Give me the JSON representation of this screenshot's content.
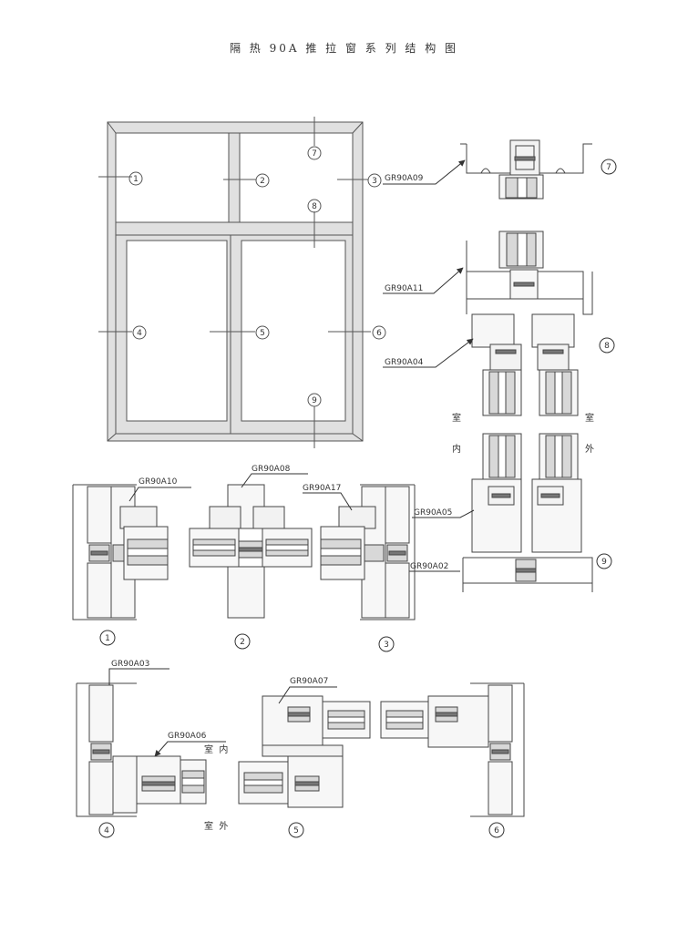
{
  "title": "隔 热 90A 推 拉 窗 系 列 结 构 图",
  "elevation_markers": [
    "1",
    "2",
    "3",
    "4",
    "5",
    "6",
    "7",
    "8",
    "9"
  ],
  "parts": {
    "gr90a09": "GR90A09",
    "gr90a11": "GR90A11",
    "gr90a04": "GR90A04",
    "gr90a05": "GR90A05",
    "gr90a02": "GR90A02",
    "gr90a10": "GR90A10",
    "gr90a08": "GR90A08",
    "gr90a17": "GR90A17",
    "gr90a03": "GR90A03",
    "gr90a06": "GR90A06",
    "gr90a07": "GR90A07"
  },
  "section_numbers": {
    "s7": "7",
    "s8": "8",
    "s9": "9",
    "s1": "1",
    "s2": "2",
    "s3": "3",
    "s4": "4",
    "s5": "5",
    "s6": "6"
  },
  "orientation": {
    "indoor_a": "室",
    "indoor_b": "内",
    "outdoor_a": "室",
    "outdoor_b": "外",
    "bottom_indoor": "室  内",
    "bottom_outdoor": "室  外"
  }
}
